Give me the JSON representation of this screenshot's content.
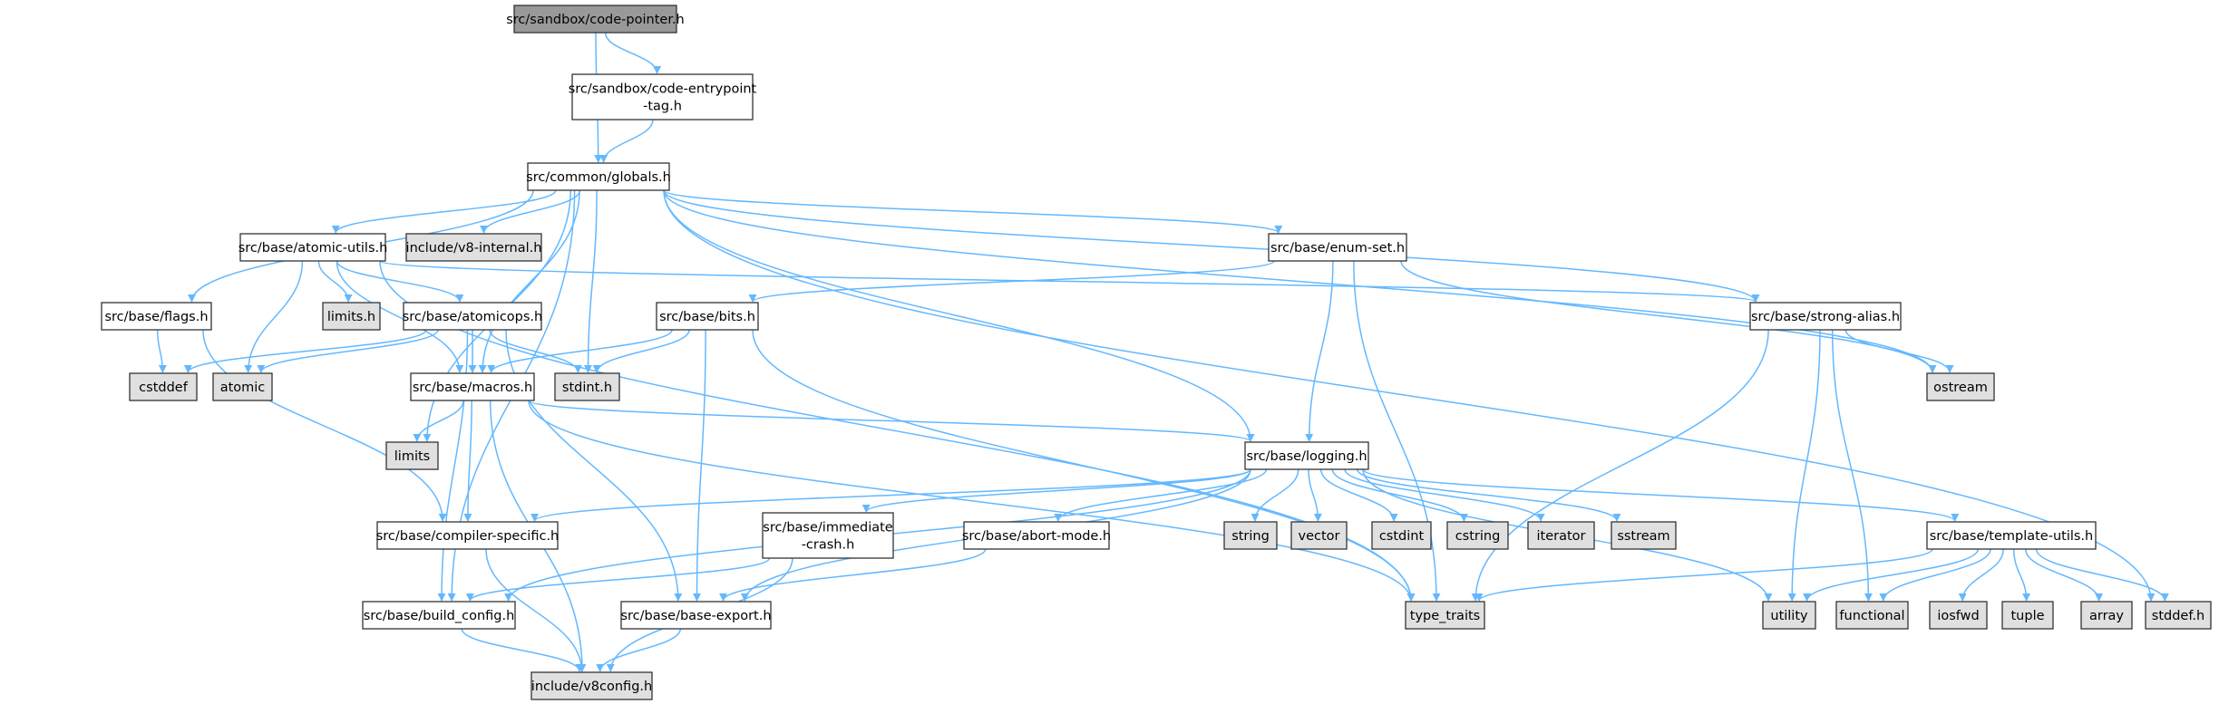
{
  "colors": {
    "edge": "#63b8ff",
    "root_fill": "#999999",
    "project_fill": "#ffffff",
    "system_fill": "#e0e0e0",
    "border": "#333333"
  },
  "nodes": [
    {
      "id": "code_pointer",
      "kind": "root",
      "lines": [
        "src/sandbox/code-pointer.h"
      ]
    },
    {
      "id": "code_entrypoint_tag",
      "kind": "project",
      "lines": [
        "src/sandbox/code-entrypoint",
        "-tag.h"
      ]
    },
    {
      "id": "globals",
      "kind": "project",
      "lines": [
        "src/common/globals.h"
      ]
    },
    {
      "id": "atomic_utils",
      "kind": "project",
      "lines": [
        "src/base/atomic-utils.h"
      ]
    },
    {
      "id": "v8_internal",
      "kind": "system",
      "lines": [
        "include/v8-internal.h"
      ]
    },
    {
      "id": "enum_set",
      "kind": "project",
      "lines": [
        "src/base/enum-set.h"
      ]
    },
    {
      "id": "flags",
      "kind": "project",
      "lines": [
        "src/base/flags.h"
      ]
    },
    {
      "id": "limits_h",
      "kind": "system",
      "lines": [
        "limits.h"
      ]
    },
    {
      "id": "atomicops",
      "kind": "project",
      "lines": [
        "src/base/atomicops.h"
      ]
    },
    {
      "id": "bits",
      "kind": "project",
      "lines": [
        "src/base/bits.h"
      ]
    },
    {
      "id": "strong_alias",
      "kind": "project",
      "lines": [
        "src/base/strong-alias.h"
      ]
    },
    {
      "id": "cstddef",
      "kind": "system",
      "lines": [
        "cstddef"
      ]
    },
    {
      "id": "atomic",
      "kind": "system",
      "lines": [
        "atomic"
      ]
    },
    {
      "id": "macros",
      "kind": "project",
      "lines": [
        "src/base/macros.h"
      ]
    },
    {
      "id": "stdint_h",
      "kind": "system",
      "lines": [
        "stdint.h"
      ]
    },
    {
      "id": "ostream",
      "kind": "system",
      "lines": [
        "ostream"
      ]
    },
    {
      "id": "limits",
      "kind": "system",
      "lines": [
        "limits"
      ]
    },
    {
      "id": "logging",
      "kind": "project",
      "lines": [
        "src/base/logging.h"
      ]
    },
    {
      "id": "compiler_specific",
      "kind": "project",
      "lines": [
        "src/base/compiler-specific.h"
      ]
    },
    {
      "id": "immediate_crash",
      "kind": "project",
      "lines": [
        "src/base/immediate",
        "-crash.h"
      ]
    },
    {
      "id": "abort_mode",
      "kind": "project",
      "lines": [
        "src/base/abort-mode.h"
      ]
    },
    {
      "id": "string",
      "kind": "system",
      "lines": [
        "string"
      ]
    },
    {
      "id": "vector",
      "kind": "system",
      "lines": [
        "vector"
      ]
    },
    {
      "id": "cstdint",
      "kind": "system",
      "lines": [
        "cstdint"
      ]
    },
    {
      "id": "cstring",
      "kind": "system",
      "lines": [
        "cstring"
      ]
    },
    {
      "id": "iterator",
      "kind": "system",
      "lines": [
        "iterator"
      ]
    },
    {
      "id": "sstream",
      "kind": "system",
      "lines": [
        "sstream"
      ]
    },
    {
      "id": "template_utils",
      "kind": "project",
      "lines": [
        "src/base/template-utils.h"
      ]
    },
    {
      "id": "build_config",
      "kind": "project",
      "lines": [
        "src/base/build_config.h"
      ]
    },
    {
      "id": "base_export",
      "kind": "project",
      "lines": [
        "src/base/base-export.h"
      ]
    },
    {
      "id": "type_traits",
      "kind": "system",
      "lines": [
        "type_traits"
      ]
    },
    {
      "id": "utility",
      "kind": "system",
      "lines": [
        "utility"
      ]
    },
    {
      "id": "functional",
      "kind": "system",
      "lines": [
        "functional"
      ]
    },
    {
      "id": "iosfwd",
      "kind": "system",
      "lines": [
        "iosfwd"
      ]
    },
    {
      "id": "tuple",
      "kind": "system",
      "lines": [
        "tuple"
      ]
    },
    {
      "id": "array",
      "kind": "system",
      "lines": [
        "array"
      ]
    },
    {
      "id": "stddef_h",
      "kind": "system",
      "lines": [
        "stddef.h"
      ]
    },
    {
      "id": "v8config",
      "kind": "system",
      "lines": [
        "include/v8config.h"
      ]
    }
  ],
  "edges": [
    [
      "code_pointer",
      "code_entrypoint_tag"
    ],
    [
      "code_pointer",
      "globals"
    ],
    [
      "code_entrypoint_tag",
      "globals"
    ],
    [
      "globals",
      "atomic_utils"
    ],
    [
      "globals",
      "v8_internal"
    ],
    [
      "globals",
      "enum_set"
    ],
    [
      "globals",
      "flags"
    ],
    [
      "globals",
      "macros"
    ],
    [
      "globals",
      "stdint_h"
    ],
    [
      "globals",
      "strong_alias"
    ],
    [
      "globals",
      "ostream"
    ],
    [
      "globals",
      "stddef_h"
    ],
    [
      "globals",
      "limits"
    ],
    [
      "globals",
      "logging"
    ],
    [
      "globals",
      "build_config"
    ],
    [
      "atomic_utils",
      "limits_h"
    ],
    [
      "atomic_utils",
      "atomicops"
    ],
    [
      "atomic_utils",
      "atomic"
    ],
    [
      "atomic_utils",
      "macros"
    ],
    [
      "atomic_utils",
      "type_traits"
    ],
    [
      "atomic_utils",
      "strong_alias"
    ],
    [
      "enum_set",
      "bits"
    ],
    [
      "enum_set",
      "logging"
    ],
    [
      "enum_set",
      "ostream"
    ],
    [
      "enum_set",
      "type_traits"
    ],
    [
      "flags",
      "cstddef"
    ],
    [
      "flags",
      "compiler_specific"
    ],
    [
      "atomicops",
      "cstddef"
    ],
    [
      "atomicops",
      "atomic"
    ],
    [
      "atomicops",
      "macros"
    ],
    [
      "atomicops",
      "stdint_h"
    ],
    [
      "atomicops",
      "build_config"
    ],
    [
      "atomicops",
      "base_export"
    ],
    [
      "bits",
      "macros"
    ],
    [
      "bits",
      "stdint_h"
    ],
    [
      "bits",
      "type_traits"
    ],
    [
      "bits",
      "base_export"
    ],
    [
      "strong_alias",
      "ostream"
    ],
    [
      "strong_alias",
      "type_traits"
    ],
    [
      "strong_alias",
      "utility"
    ],
    [
      "strong_alias",
      "functional"
    ],
    [
      "macros",
      "limits"
    ],
    [
      "macros",
      "compiler_specific"
    ],
    [
      "macros",
      "v8config"
    ],
    [
      "macros",
      "logging"
    ],
    [
      "macros",
      "type_traits"
    ],
    [
      "logging",
      "compiler_specific"
    ],
    [
      "logging",
      "immediate_crash"
    ],
    [
      "logging",
      "abort_mode"
    ],
    [
      "logging",
      "string"
    ],
    [
      "logging",
      "vector"
    ],
    [
      "logging",
      "cstdint"
    ],
    [
      "logging",
      "cstring"
    ],
    [
      "logging",
      "iterator"
    ],
    [
      "logging",
      "sstream"
    ],
    [
      "logging",
      "template_utils"
    ],
    [
      "logging",
      "build_config"
    ],
    [
      "logging",
      "base_export"
    ],
    [
      "logging",
      "utility"
    ],
    [
      "compiler_specific",
      "v8config"
    ],
    [
      "immediate_crash",
      "build_config"
    ],
    [
      "immediate_crash",
      "v8config"
    ],
    [
      "abort_mode",
      "base_export"
    ],
    [
      "template_utils",
      "type_traits"
    ],
    [
      "template_utils",
      "utility"
    ],
    [
      "template_utils",
      "functional"
    ],
    [
      "template_utils",
      "iosfwd"
    ],
    [
      "template_utils",
      "tuple"
    ],
    [
      "template_utils",
      "array"
    ],
    [
      "template_utils",
      "stddef_h"
    ],
    [
      "build_config",
      "v8config"
    ],
    [
      "base_export",
      "v8config"
    ]
  ]
}
